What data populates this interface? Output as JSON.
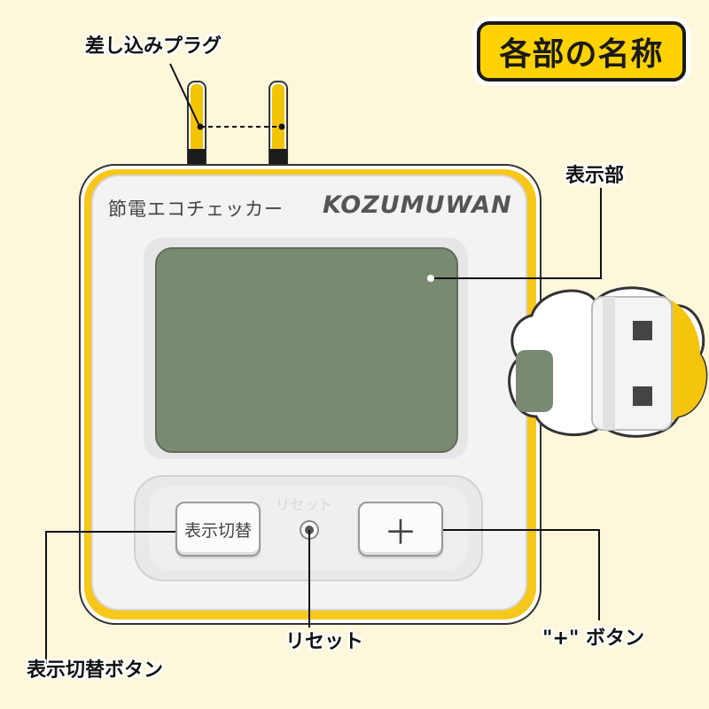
{
  "title": "各部の名称",
  "device": {
    "product_name": "節電エコチェッカー",
    "brand": "KOZUMUWAN",
    "reset_print": "リセット",
    "switch_button_label": "表示切替",
    "plus_button_label": "＋"
  },
  "labels": {
    "plug": "差し込みプラグ",
    "display": "表示部",
    "reset": "リセット",
    "plus_button": "\"+\" ボタン",
    "switch_button": "表示切替ボタン"
  },
  "colors": {
    "accent": "#ffd200",
    "background": "#fdf8dc",
    "lcd": "#7a8a72",
    "body": "#f2f2f2"
  }
}
